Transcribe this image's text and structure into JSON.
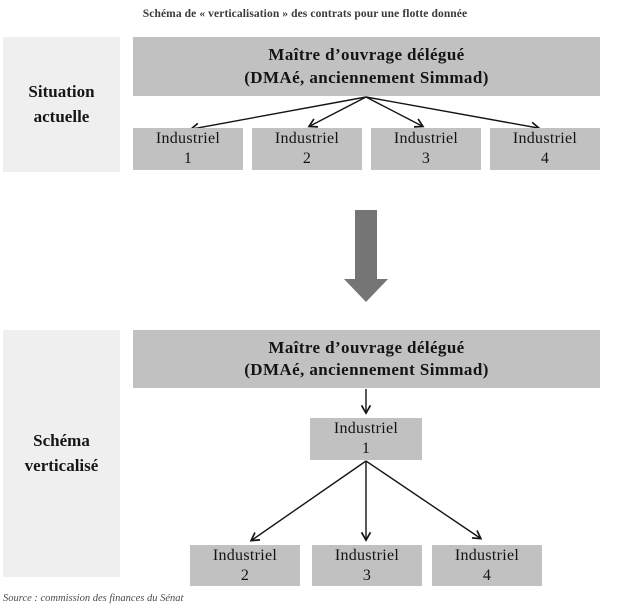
{
  "figure": {
    "title": "Schéma de « verticalisation » des contrats pour une flotte donnée",
    "source": "Source : commission des finances du Sénat"
  },
  "top_section": {
    "label": "Situation actuelle",
    "master": {
      "line1": "Maître d’ouvrage délégué",
      "line2": "(DMAé, anciennement Simmad)"
    },
    "industriels": [
      {
        "name": "Industriel",
        "number": "1"
      },
      {
        "name": "Industriel",
        "number": "2"
      },
      {
        "name": "Industriel",
        "number": "3"
      },
      {
        "name": "Industriel",
        "number": "4"
      }
    ]
  },
  "bottom_section": {
    "label": "Schéma verticalisé",
    "master": {
      "line1": "Maître d’ouvrage délégué",
      "line2": "(DMAé, anciennement Simmad)"
    },
    "prime_contractor": {
      "name": "Industriel",
      "number": "1"
    },
    "industriels": [
      {
        "name": "Industriel",
        "number": "2"
      },
      {
        "name": "Industriel",
        "number": "3"
      },
      {
        "name": "Industriel",
        "number": "4"
      }
    ]
  },
  "icons": {
    "transition_arrow": "down-block-arrow"
  },
  "colors": {
    "node_fill": "#c1c1c1",
    "section_label_fill": "#efefef",
    "transition_arrow": "#757575",
    "connector": "#141414",
    "title_text": "#3a3a3a",
    "source_text": "#4b4b4b"
  }
}
